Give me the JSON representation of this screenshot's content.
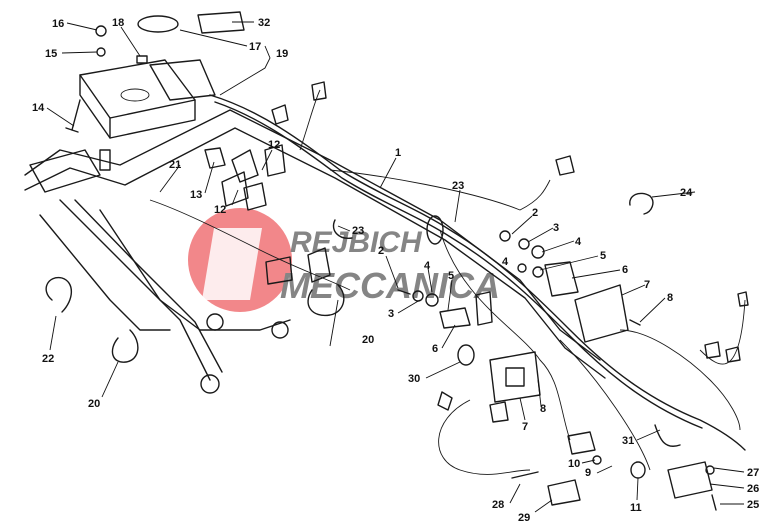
{
  "diagram": {
    "watermark": {
      "line1": "REJBICH",
      "line2": "MECCANICA",
      "color_red": "#e8262b",
      "color_dark": "#222222"
    },
    "callouts": [
      "1",
      "2",
      "3",
      "4",
      "5",
      "6",
      "7",
      "8",
      "9",
      "10",
      "11",
      "12",
      "13",
      "14",
      "15",
      "16",
      "17",
      "18",
      "19",
      "20",
      "21",
      "22",
      "23",
      "24",
      "25",
      "26",
      "27",
      "28",
      "29",
      "30",
      "31",
      "32"
    ]
  }
}
